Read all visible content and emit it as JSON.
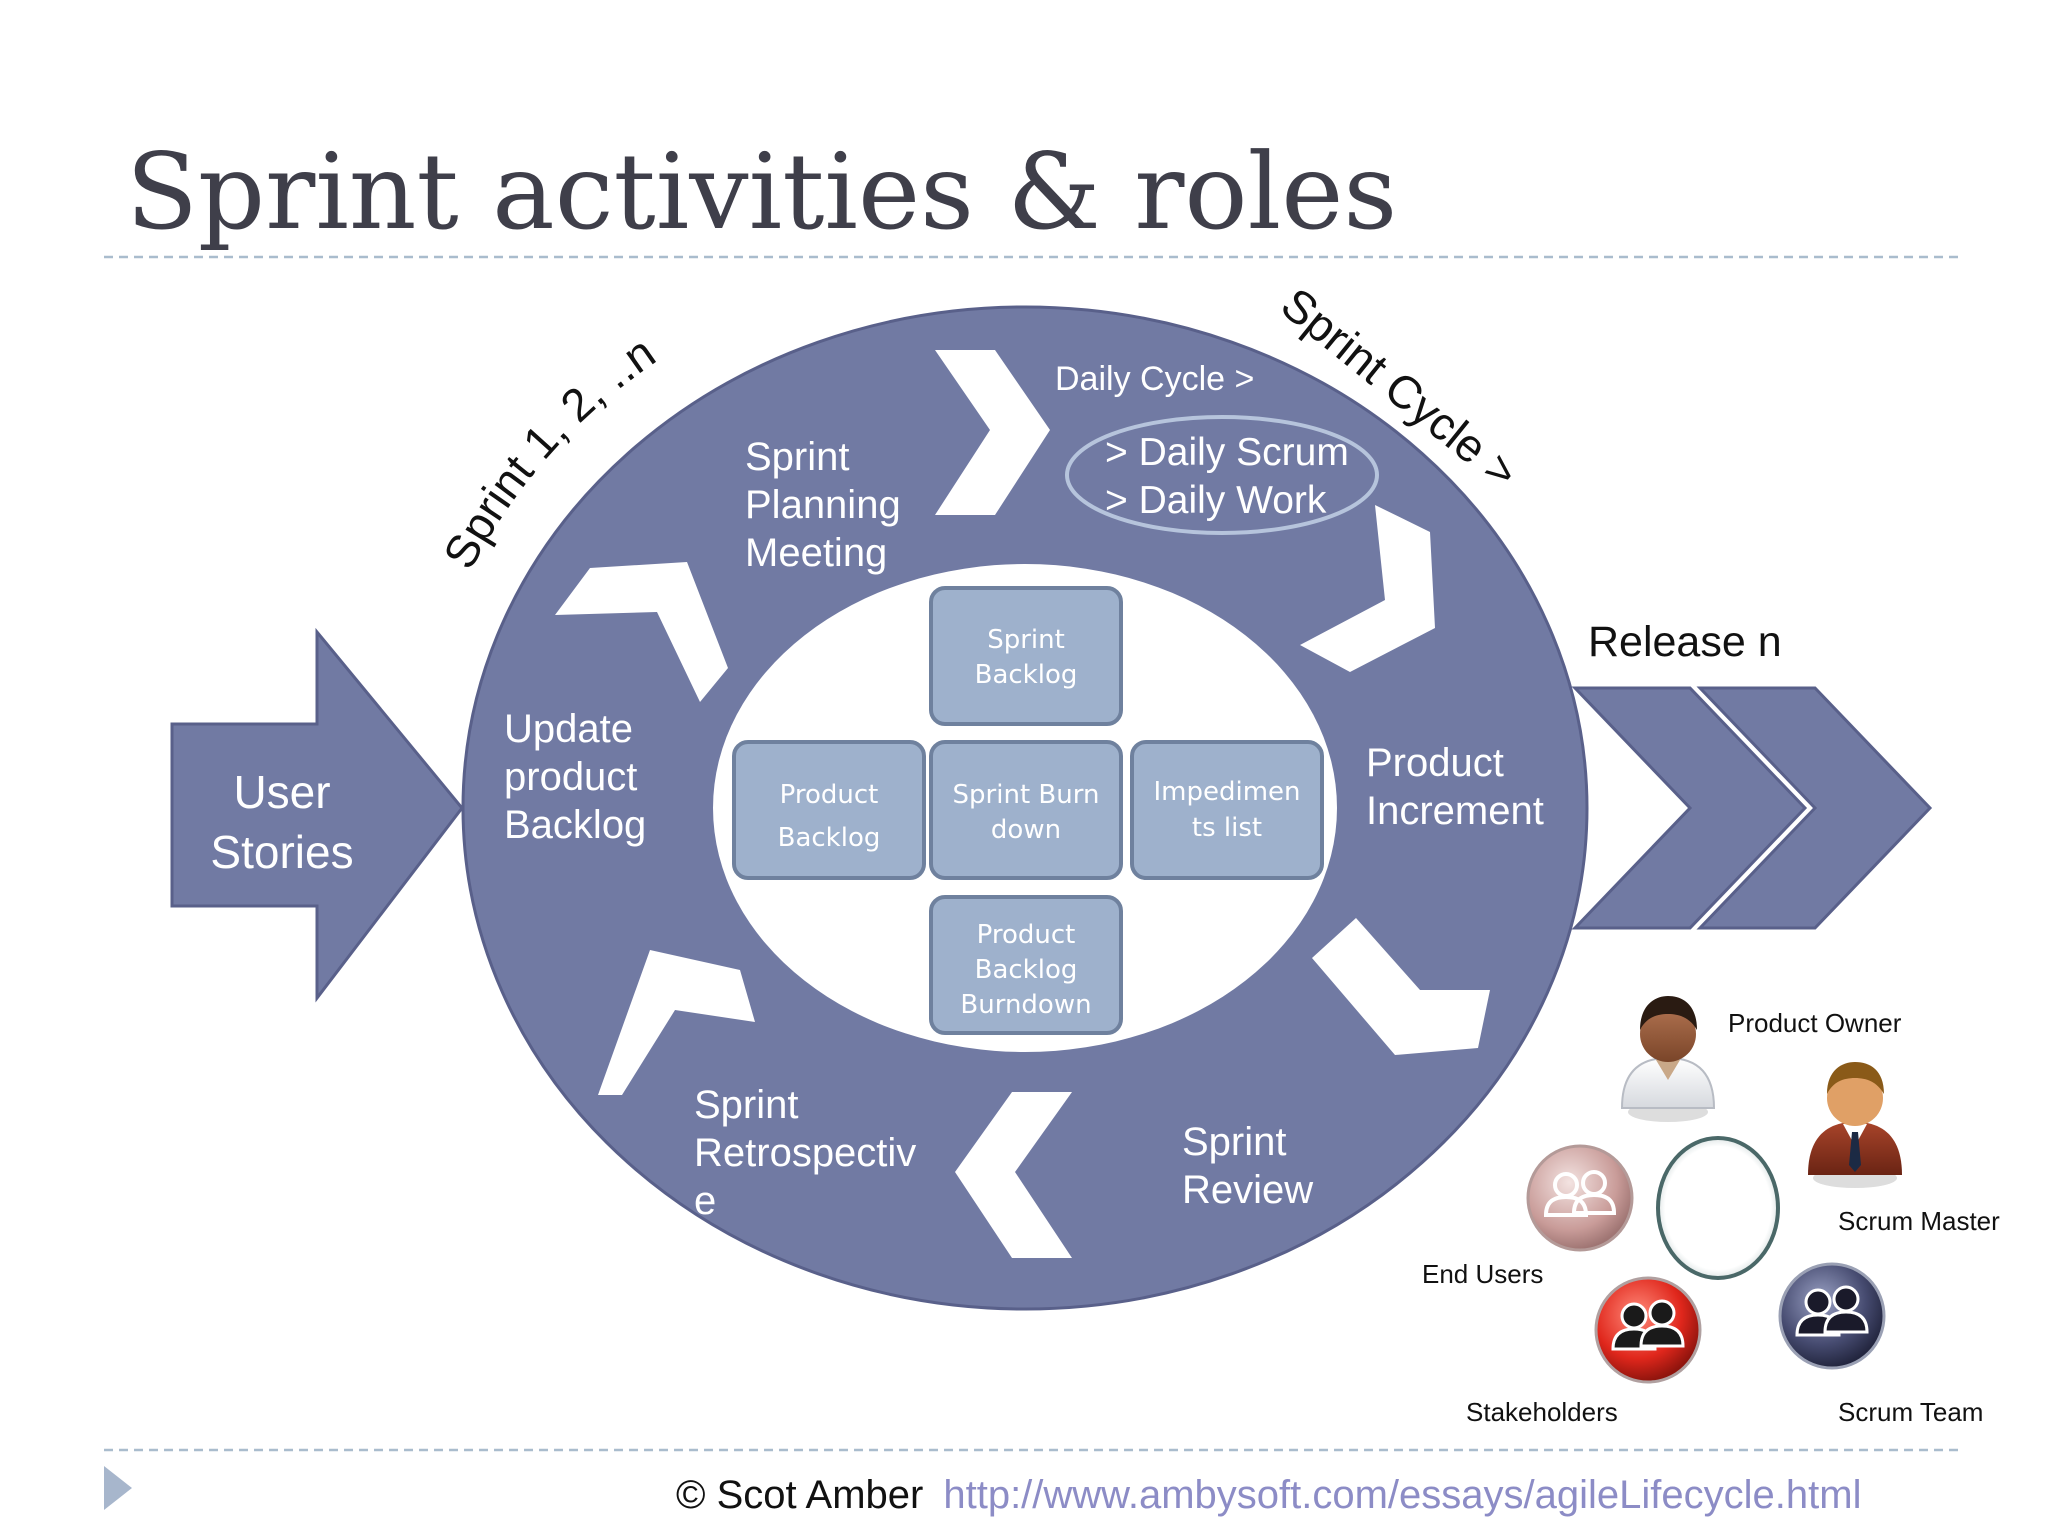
{
  "slide": {
    "title": "Sprint activities & roles",
    "colors": {
      "ring": "#717aa3",
      "ring_stroke": "#59608a",
      "inner_box": "#9eb1cc",
      "inner_box_stroke": "#6f819e",
      "divider": "#a9bccd",
      "footer_marker": "#a7b6cc",
      "link": "#8c8cc6"
    }
  },
  "diagram": {
    "input_arrow": {
      "line1": "User",
      "line2": "Stories"
    },
    "sprint_label": "Sprint 1, 2, ..n",
    "sprint_cycle_label": "Sprint Cycle >",
    "daily_cycle_label": "Daily Cycle >",
    "daily_items": [
      "> Daily Scrum",
      "> Daily Work"
    ],
    "phases": {
      "planning": [
        "Sprint",
        "Planning",
        "Meeting"
      ],
      "update": [
        "Update",
        "product",
        "Backlog"
      ],
      "increment": [
        "Product",
        "Increment"
      ],
      "review": [
        "Sprint",
        "Review"
      ],
      "retro": [
        "Sprint",
        "Retrospectiv",
        "e"
      ]
    },
    "artifacts": {
      "sprint_backlog": [
        "Sprint",
        "Backlog"
      ],
      "product_backlog": [
        "Product",
        "Backlog"
      ],
      "burn_down": [
        "Sprint Burn",
        "down"
      ],
      "impediments": [
        "Impedimen",
        "ts list"
      ],
      "backlog_burndown": [
        "Product",
        "Backlog",
        "Burndown"
      ]
    },
    "release_label": "Release n"
  },
  "roles": {
    "product_owner": "Product Owner",
    "scrum_master": "Scrum Master",
    "end_users": "End Users",
    "stakeholders": "Stakeholders",
    "scrum_team": "Scrum Team"
  },
  "footer": {
    "copyright": "©  Scot Amber",
    "url": "http://www.ambysoft.com/essays/agileLifecycle.html"
  }
}
